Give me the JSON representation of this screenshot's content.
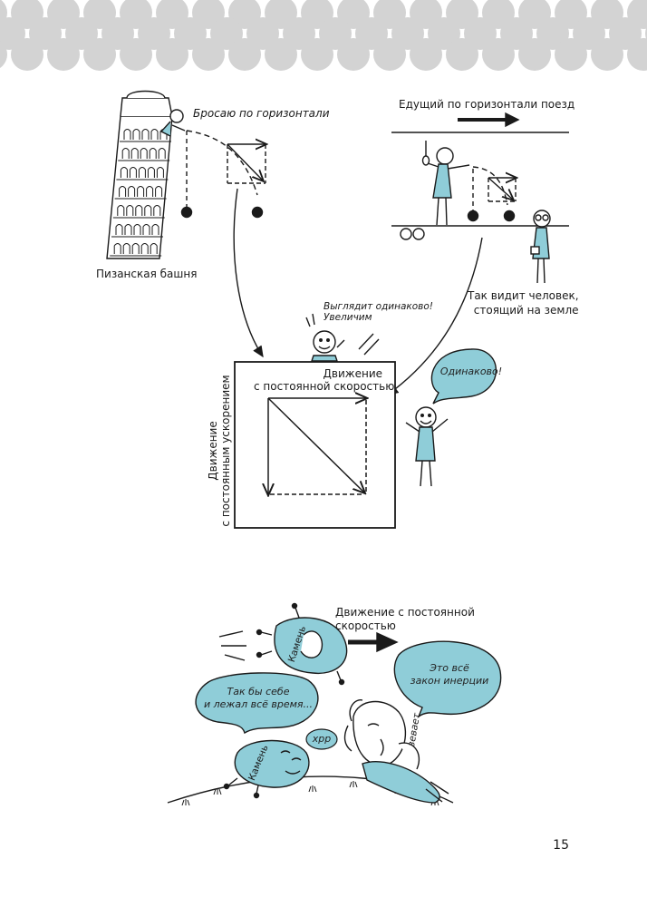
{
  "page": {
    "number": "15"
  },
  "top_illustration": {
    "tower_label": "Пизанская башня",
    "throw_caption": "Бросаю по горизонтали",
    "train_label": "Едущий по горизонтали поезд",
    "ground_observer_label": "Так видит человек,\nстоящий на земле",
    "zoom_caption": "Выглядит одинаково!\nУвеличим",
    "same_bubble": "Одинаково!"
  },
  "diagram": {
    "horizontal_label": "Движение\nс постоянной скоростью",
    "vertical_label": "Движение\nс постоянным ускорением"
  },
  "bottom_illustration": {
    "motion_label": "Движение с постоянной\nскоростью",
    "stone_label": "Камень",
    "stone_label_2": "Камень",
    "stone_bubble": "Так бы себе\nи лежал всё время...",
    "snore": "хрр",
    "yawn": "зевает",
    "inertia_bubble": "Это всё\nзакон инерции"
  },
  "colors": {
    "accent": "#8fcdd8",
    "dots": "#d3d3d3",
    "ink": "#1a1a1a"
  }
}
